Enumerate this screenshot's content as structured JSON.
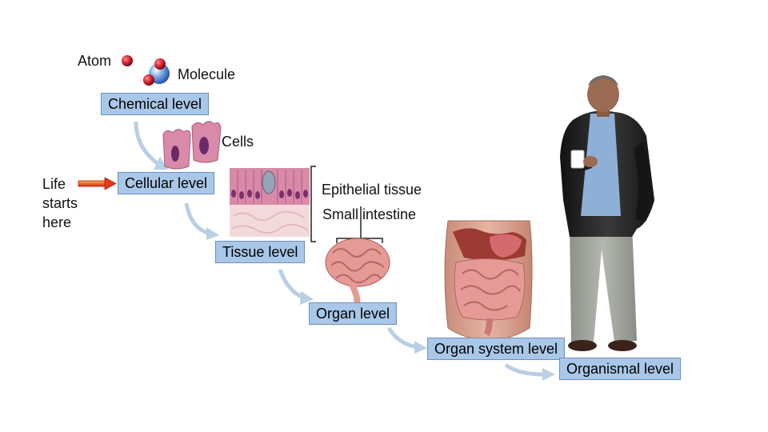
{
  "labels": {
    "atom": "Atom",
    "molecule": "Molecule",
    "cells": "Cells",
    "epithelial_tissue": "Epithelial tissue",
    "small_intestine": "Small intestine",
    "life_starts_here": [
      "Life",
      "starts",
      "here"
    ]
  },
  "levels": {
    "chemical": "Chemical level",
    "cellular": "Cellular level",
    "tissue": "Tissue level",
    "organ": "Organ level",
    "organ_system": "Organ system level",
    "organismal": "Organismal level"
  },
  "colors": {
    "level_box": "#a9c7e8",
    "flow_arrow": "#b9cfe4",
    "start_arrow": "#e33b1f",
    "atom_red": "#d0202a",
    "molecule_blue": "#4a86d8",
    "cell_pink": "#d88aa8",
    "intestine_pink": "#e59a96"
  }
}
